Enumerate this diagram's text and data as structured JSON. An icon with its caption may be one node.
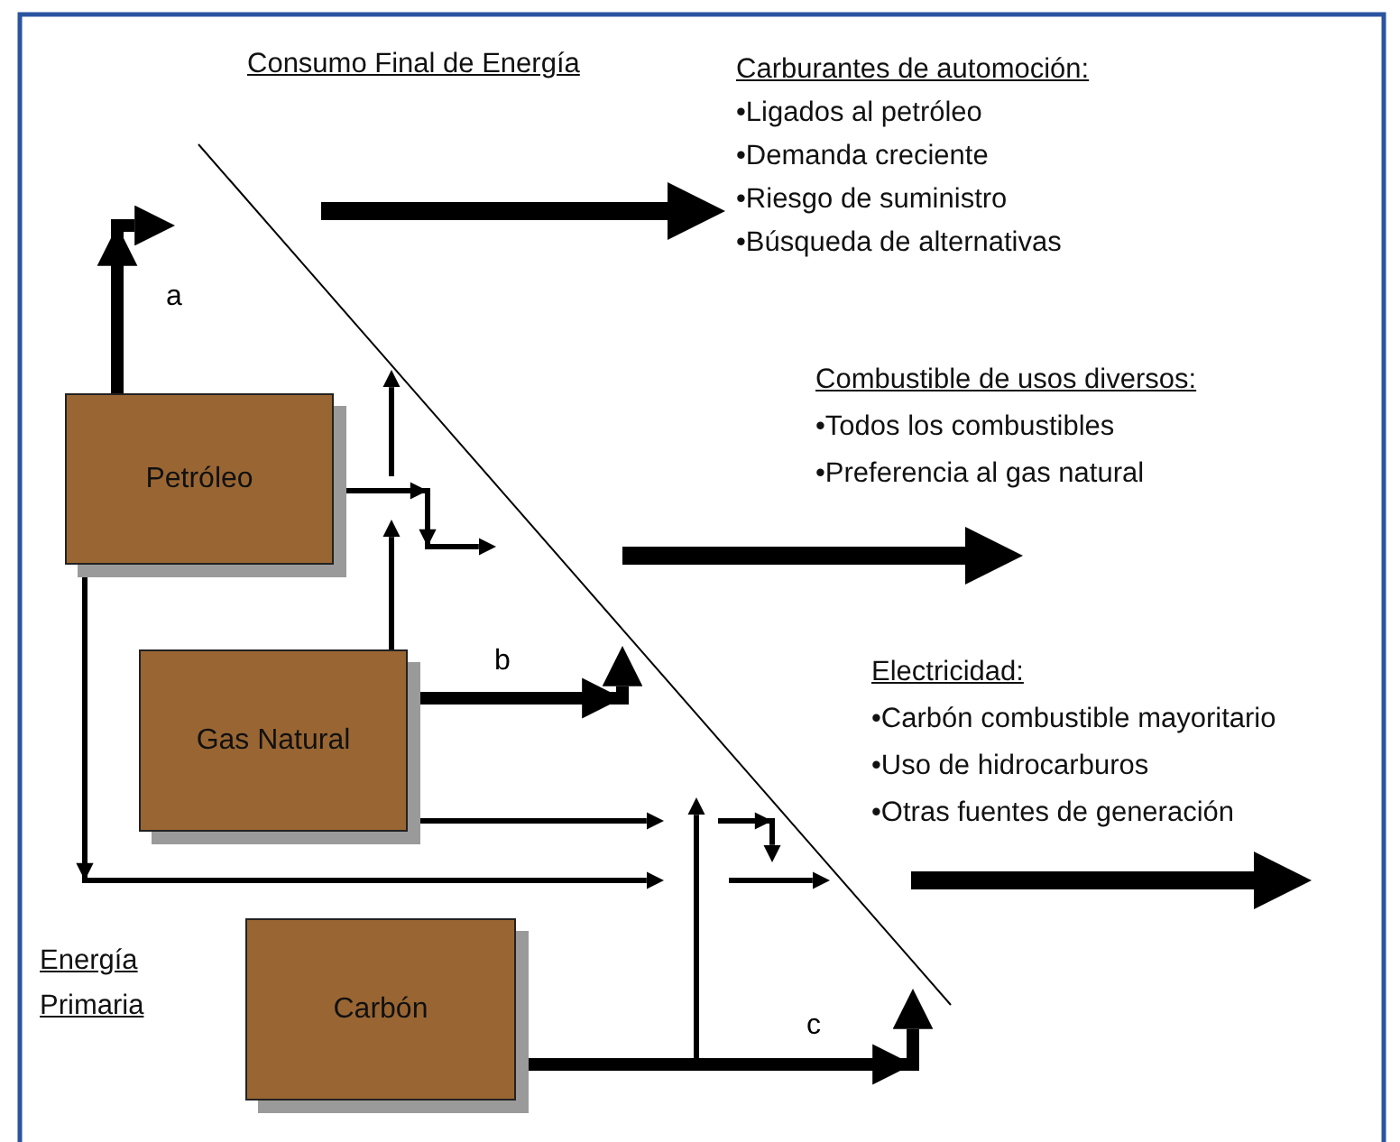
{
  "diagram": {
    "nodes": [
      {
        "text": [
          "Petróleo"
        ]
      },
      {
        "text": [
          "Gas Natural"
        ]
      },
      {
        "text": [
          "Carbón"
        ]
      }
    ],
    "edges": [
      {
        "from": 0,
        "to": null,
        "arrow": "to",
        "style": "thick",
        "label": "a"
      },
      {
        "from": 0,
        "to": null,
        "arrow": "to"
      },
      {
        "from": 0,
        "to": null,
        "arrow": "to"
      },
      {
        "from": 1,
        "to": null,
        "arrow": "to"
      },
      {
        "from": 1,
        "to": null,
        "arrow": "to",
        "style": "thick",
        "label": "b"
      },
      {
        "from": 1,
        "to": null,
        "arrow": "to"
      },
      {
        "from": 2,
        "to": null,
        "arrow": "to",
        "style": "thick",
        "label": "c"
      },
      {
        "from": 2,
        "to": null,
        "arrow": "to"
      }
    ],
    "labels": [
      "Consumo Final de Energía",
      "Carburantes de automoción:",
      "•Ligados al petróleo",
      "•Demanda creciente",
      "•Riesgo de suministro",
      "•Búsqueda de alternativas",
      "Combustible de usos diversos:",
      "•Todos los combustibles",
      "•Preferencia al gas natural",
      "Electricidad:",
      "•Carbón combustible mayoritario",
      "•Uso de hidrocarburos",
      "•Otras fuentes de generación",
      "Energía Primaria"
    ]
  }
}
